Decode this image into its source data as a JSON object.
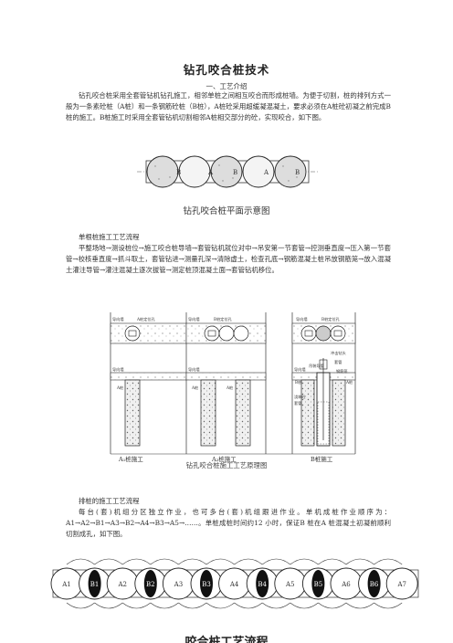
{
  "doc": {
    "title": "钻孔咬合桩技术",
    "section1_heading": "一、工艺介绍",
    "para1": "钻孔咬合桩采用全套管钻机钻孔施工，相邻单桩之间相互咬合而形成桩墙。为便于切割，桩的排列方式一般为一条素砼桩（A桩）和一条钢筋砼桩（B桩），A桩砼采用超缓凝混凝土，要求必须在A桩砼初凝之前完成B桩的施工。B桩施工时采用全套管钻机切割相邻A桩相交部分的砼，实现咬合，如下图。",
    "figure1": {
      "labels": [
        "B",
        "A",
        "B",
        "A",
        "B"
      ],
      "caption": "钻孔咬合桩平面示意图"
    },
    "sub1": "单根桩施工工艺流程",
    "para2": "平整场地→测设桩位→施工咬合桩导墙→套管钻机就位对中→吊安第一节套管→控测垂直度→压入第一节套管→校核垂直度→抓斗取土，套管钻进→测量孔深→清除虚土，检查孔底→钢筋混凝土桩吊放钢筋笼→放入混凝土灌注导管→灌注混凝土逐次拔管→测定桩顶混凝土面→套管钻机移位。",
    "figure2": {
      "top_labels": [
        "导向墙",
        "A桩定位孔",
        "导向墙",
        "B桩定位孔",
        "导向墙",
        "B桩定位孔"
      ],
      "mid_labels": [
        "导向墙",
        "A桩",
        "导向墙",
        "A桩",
        "A桩",
        "导向墙",
        "吊装导管",
        "B桩",
        "A桩",
        "冲击钻头",
        "套管",
        "钢筋笼",
        "浇筑砼",
        "套管"
      ],
      "bottom_labels": [
        "A₁桩施工",
        "A₂桩施工",
        "B桩施工"
      ],
      "caption": "钻孔咬合桩施工工艺原理图"
    },
    "sub2": "排桩的施工工艺流程",
    "para3": "每台(套)机组分区独立作业，也可多台(套)机组跟进作业。单机成桩作业顺序为：A1→A2→B1→A3→B2→A4→B3→A5→……。单桩成桩时间约12 小时，保证B 桩在A 桩混凝土初凝前顺利切割成孔，如下图。",
    "figure3": {
      "labels": [
        "A1",
        "B1",
        "A2",
        "B2",
        "A3",
        "B3",
        "A4",
        "B4",
        "A5",
        "B5",
        "A6",
        "B6",
        "A7"
      ]
    },
    "footer_title": "咬合桩工艺流程"
  }
}
